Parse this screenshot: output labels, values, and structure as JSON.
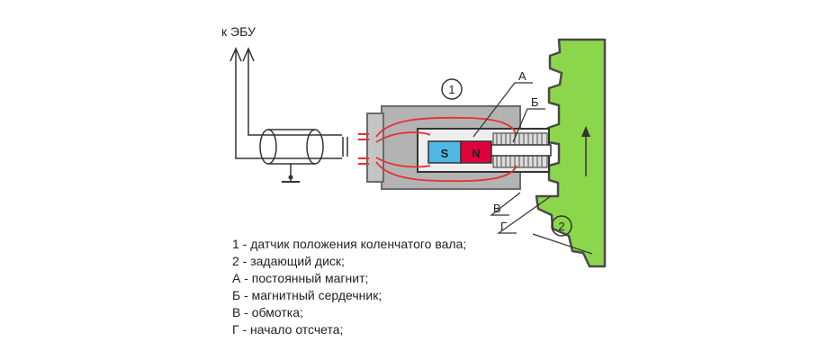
{
  "labels": {
    "ecu": "к ЭБУ",
    "part1": "1",
    "part2": "2",
    "a": "А",
    "b": "Б",
    "v": "В",
    "g": "Г",
    "south": "S",
    "north": "N"
  },
  "legend": [
    "1 - датчик положения коленчатого вала;",
    "2 - задающий диск;",
    "А - постоянный магнит;",
    "Б - магнитный сердечник;",
    "В - обмотка;",
    "Г - начало отсчета;"
  ],
  "colors": {
    "sensor_body": "#b3b3b3",
    "magnet_south": "#4fb8e4",
    "magnet_north": "#e0003c",
    "field_lines": "#e53030",
    "gear_disc": "#8cd64c",
    "winding": "#8a8a8a"
  }
}
